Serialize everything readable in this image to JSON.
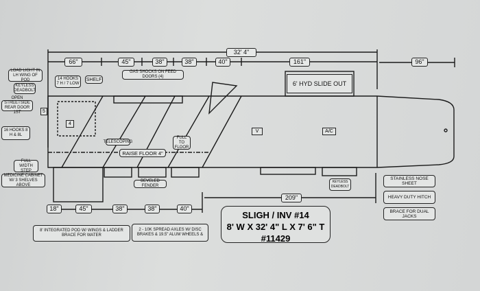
{
  "dimensions": {
    "overall_length": "32' 4\"",
    "top": [
      "66\"",
      "45\"",
      "38\"",
      "38\"",
      "40\"",
      "161\""
    ],
    "nose": "96\"",
    "bottom": [
      "18\"",
      "45\"",
      "38\"",
      "38\"",
      "40\""
    ],
    "living": "209\""
  },
  "callouts": {
    "load_light": "LOAD LIGHT IN LH WING OF POD",
    "keyless_deadbolt_rear": "KEYLESS DEADBOLT",
    "open_rear_door": "OPEN STREETSIDE REAR DOOR 1ST",
    "hooks_16": "16 HOOKS 8 H & 8L",
    "full_width_step": "FULL WIDTH STEP",
    "medicine_cabinet": "MEDICINE CABINET W/ 3 SHELVES ABOVE",
    "hooks_14": "14 HOOKS 7 H / 7 LOW",
    "shelf": "SHELF",
    "gas_shocks": "GAS SHOCKS ON FEED DOORS (4)",
    "slide_out": "6' HYD SLIDE OUT",
    "telescoping": "TELESCOPING",
    "full_to_floor": "FULL TO FLOOR",
    "raise_floor": "RAISE FLOOR 4\"",
    "beveled_fender": "BEVELED FENDER",
    "keyless_deadbolt_side": "KEYLESS DEADBOLT",
    "marker_v": "V",
    "marker_ac": "A/C",
    "marker_5": "5",
    "marker_4": "4"
  },
  "features": {
    "nose_sheet": "STAINLESS NOSE SHEET",
    "hitch": "HEAVY DUTY HITCH",
    "jacks": "BRACE FOR DUAL JACKS",
    "pod": "8' INTEGRATED POD W/ WINGS & LADDER BRACE FOR WATER",
    "axles": "2 - 10K SPREAD AXLES W/ DISC BRAKES & 19.5\" ALUM WHEELS &"
  },
  "title": {
    "line1": "SLIGH / INV #14",
    "line2": "8' W X 32' 4\" L X 7' 6\" T",
    "line3": "#11429"
  }
}
